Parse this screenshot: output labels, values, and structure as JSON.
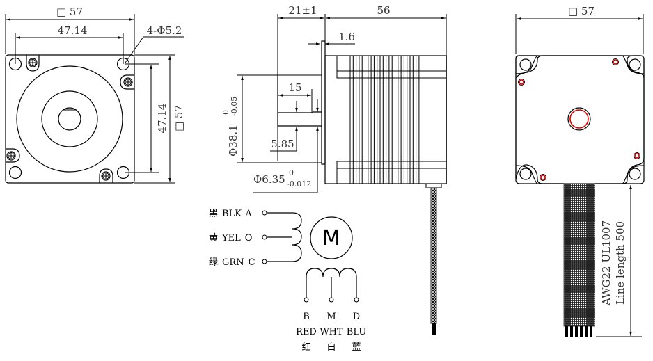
{
  "title": "57mm stepper motor dimension drawing",
  "front_view": {
    "width_label": "□ 57",
    "hole_spacing_label": "47.14",
    "hole_label": "4-Φ5.2",
    "vert_spacing_label": "47.14",
    "vert_size_label": "□ 57"
  },
  "side_view": {
    "shaft_length_label": "21±1",
    "body_length_label": "56",
    "flange_label": "1.6",
    "boss_label": "15",
    "flat_label": "5.85",
    "boss_dia_label": "Φ38.1",
    "boss_tol_upper": "0",
    "boss_tol_lower": "-0.05",
    "shaft_dia_label": "Φ6.35",
    "shaft_tol_upper": "0",
    "shaft_tol_lower": "-0.012"
  },
  "rear_view": {
    "width_label": "□ 57",
    "cable_spec": "AWG22 UL1007",
    "cable_length": "Line length 500"
  },
  "wiring": {
    "motor_symbol": "M",
    "left_leads": [
      {
        "cn": "黑",
        "color": "BLK",
        "pin": "A"
      },
      {
        "cn": "黄",
        "color": "YEL",
        "pin": "O"
      },
      {
        "cn": "绿",
        "color": "GRN",
        "pin": "C"
      }
    ],
    "bottom_leads": [
      {
        "pin": "B",
        "color": "RED",
        "cn": "红"
      },
      {
        "pin": "M",
        "color": "WHT",
        "cn": "白"
      },
      {
        "pin": "D",
        "color": "BLU",
        "cn": "蓝"
      }
    ]
  },
  "colors": {
    "line": "#000000",
    "dimension_text": "#333333",
    "highlight": "#e00000"
  }
}
